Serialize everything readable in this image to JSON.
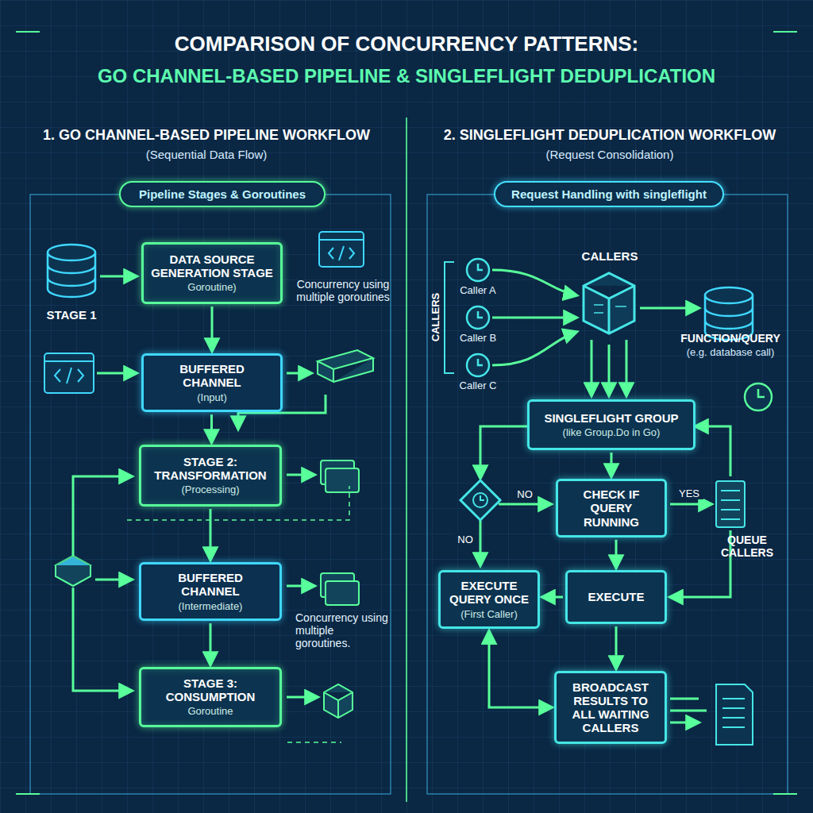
{
  "diagram": {
    "title": "COMPARISON OF CONCURRENCY PATTERNS:",
    "nodes": [
      {
        "text": [
          "Pipeline Stages & Goroutines"
        ]
      },
      {
        "text": [
          "DATA SOURCE GENERATION STAGE",
          "Goroutine)"
        ]
      },
      {
        "text": [
          "BUFFERED CHANNEL",
          "(Input)"
        ]
      },
      {
        "text": [
          "STAGE 2: TRANSFORMATION",
          "(Processing)"
        ]
      },
      {
        "text": [
          "BUFFERED CHANNEL",
          "(Intermediate)"
        ]
      },
      {
        "text": [
          "STAGE 3: CONSUMPTION",
          "Goroutine"
        ]
      },
      {
        "text": [
          "Request Handling with singleflight"
        ]
      },
      {
        "text": [
          "SINGLEFLIGHT GROUP",
          "(like Group.Do in Go)"
        ]
      },
      {
        "text": [
          "CHECK IF QUERY RUNNING"
        ]
      },
      {
        "text": [
          "EXECUTE QUERY ONCE",
          "(First Caller)"
        ]
      },
      {
        "text": [
          "EXECUTE"
        ]
      },
      {
        "text": [
          "BROADCAST RESULTS TO ALL WAITING CALLERS"
        ]
      }
    ],
    "edges": [
      {
        "from": 1,
        "to": 2,
        "arrow": "to"
      },
      {
        "from": 2,
        "to": 3,
        "arrow": "to"
      },
      {
        "from": 3,
        "to": 4,
        "arrow": "to"
      },
      {
        "from": 4,
        "to": 5,
        "arrow": "to"
      },
      {
        "from": 7,
        "to": 8,
        "arrow": "to"
      },
      {
        "from": 8,
        "to": 10,
        "arrow": "to"
      },
      {
        "from": 10,
        "to": 9,
        "arrow": "to"
      },
      {
        "from": 10,
        "to": 11,
        "arrow": "to"
      },
      {
        "from": 9,
        "to": 11,
        "arrow": "both"
      }
    ],
    "labels": [
      "GO CHANNEL-BASED PIPELINE & SINGLEFLIGHT DEDUPLICATION",
      "1. GO CHANNEL-BASED PIPELINE WORKFLOW",
      "(Sequential Data Flow)",
      "STAGE 1",
      "Concurrency using multiple goroutines",
      "Concurrency using multiple goroutines.",
      "2. SINGLEFLIGHT DEDUPLICATION WORKFLOW",
      "(Request Consolidation)",
      "CALLERS",
      "Caller A",
      "Caller B",
      "Caller C",
      "CALLERS",
      "FUNCTION/QUERY",
      "(e.g. database call)",
      "NO",
      "YES",
      "NO",
      "QUEUE CALLERS"
    ]
  }
}
